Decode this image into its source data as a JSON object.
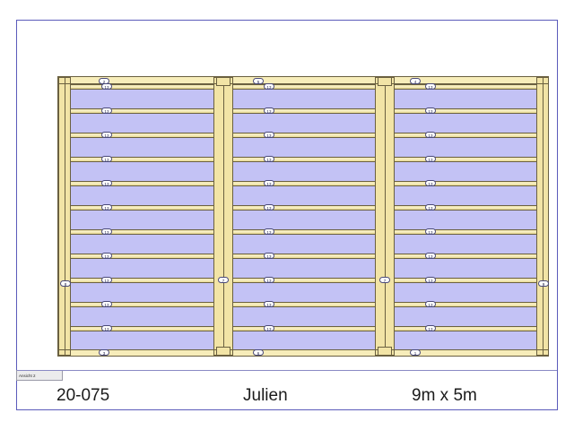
{
  "sheet": {
    "border_color": "#5b5bbb",
    "background": "#ffffff"
  },
  "view_selector": {
    "label": "Ansicht  2",
    "name": "ansicht-view-selector"
  },
  "title_block": {
    "project_number": "20-075",
    "client_name": "Julien",
    "dimensions": "9m x 5m"
  },
  "drawing": {
    "type": "plan-view",
    "description": "Carport / pergola roof framing plan, three bays",
    "colors": {
      "timber_fill": "#f7edba",
      "rafter_fill": "#f2e4a6",
      "panel_fill": "#c3c2f5",
      "line_color": "#6a6040",
      "tag_border": "#4a4a7a"
    },
    "bays": [
      {
        "name": "left-bay",
        "top_tag": "2",
        "bottom_tag": "3",
        "rafter_count": 11,
        "rafter_tag": "13"
      },
      {
        "name": "middle-bay",
        "top_tag": "5",
        "bottom_tag": "6",
        "rafter_count": 11,
        "rafter_tag": "13"
      },
      {
        "name": "right-bay",
        "top_tag": "4",
        "bottom_tag": "1",
        "rafter_count": 11,
        "rafter_tag": "13"
      }
    ],
    "posts": [
      {
        "name": "left-edge-post",
        "tag": "8"
      },
      {
        "name": "middle-left-post",
        "tag": "7"
      },
      {
        "name": "middle-right-post",
        "tag": "7"
      },
      {
        "name": "right-edge-post",
        "tag": "9"
      }
    ],
    "rafter_tag": "13",
    "top_tags": [
      "2",
      "5",
      "4"
    ],
    "bottom_tags": [
      "3",
      "6",
      "1"
    ]
  }
}
